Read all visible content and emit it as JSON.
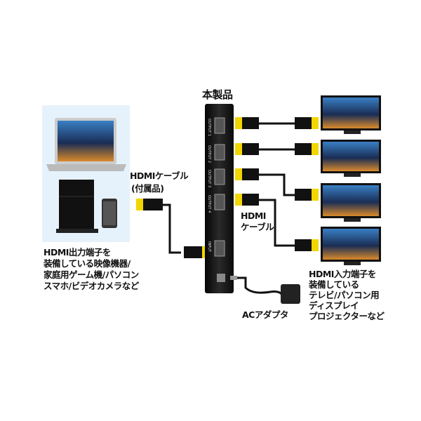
{
  "product_label": "本製品",
  "device": {
    "ports": [
      "OUTPUT 1",
      "OUTPUT 2",
      "OUTPUT 3",
      "OUTPUT 4",
      "INPUT"
    ]
  },
  "input_cable": {
    "line1": "HDMIケーブル",
    "line2": "(付属品)"
  },
  "source_devices": {
    "lines": [
      "HDMI出力端子を",
      "装備している映像機器/",
      "家庭用ゲーム機/パソコン",
      "スマホ/ビデオカメラなど"
    ]
  },
  "output_cable": {
    "line1": "HDMI",
    "line2": "ケーブル"
  },
  "displays": {
    "lines": [
      "HDMI入力端子を",
      "装備している",
      "テレビ/パソコン用",
      "ディスプレイ",
      "プロジェクターなど"
    ]
  },
  "ac_adapter_label": "ACアダプタ",
  "colors": {
    "plug_tip": "#f2d600",
    "device_body": "#1a1a1a",
    "source_bg": "#e6f2fb"
  }
}
